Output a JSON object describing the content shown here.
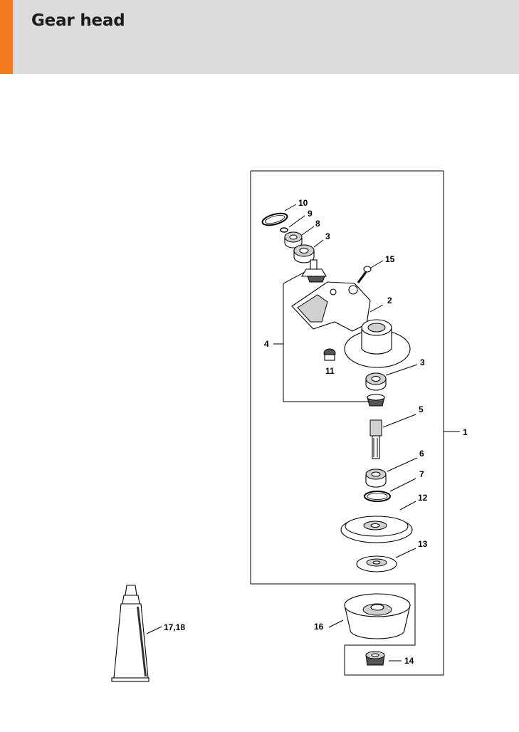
{
  "header": {
    "title": "Gear head",
    "background_color": "#dcdcdc",
    "accent_color": "#f37a1f"
  },
  "callouts": {
    "p1": "1",
    "p2": "2",
    "p3a": "3",
    "p3b": "3",
    "p4": "4",
    "p5": "5",
    "p6": "6",
    "p7": "7",
    "p8": "8",
    "p9": "9",
    "p10": "10",
    "p11": "11",
    "p12": "12",
    "p13": "13",
    "p14": "14",
    "p15": "15",
    "p16": "16",
    "p17_18": "17,18"
  }
}
